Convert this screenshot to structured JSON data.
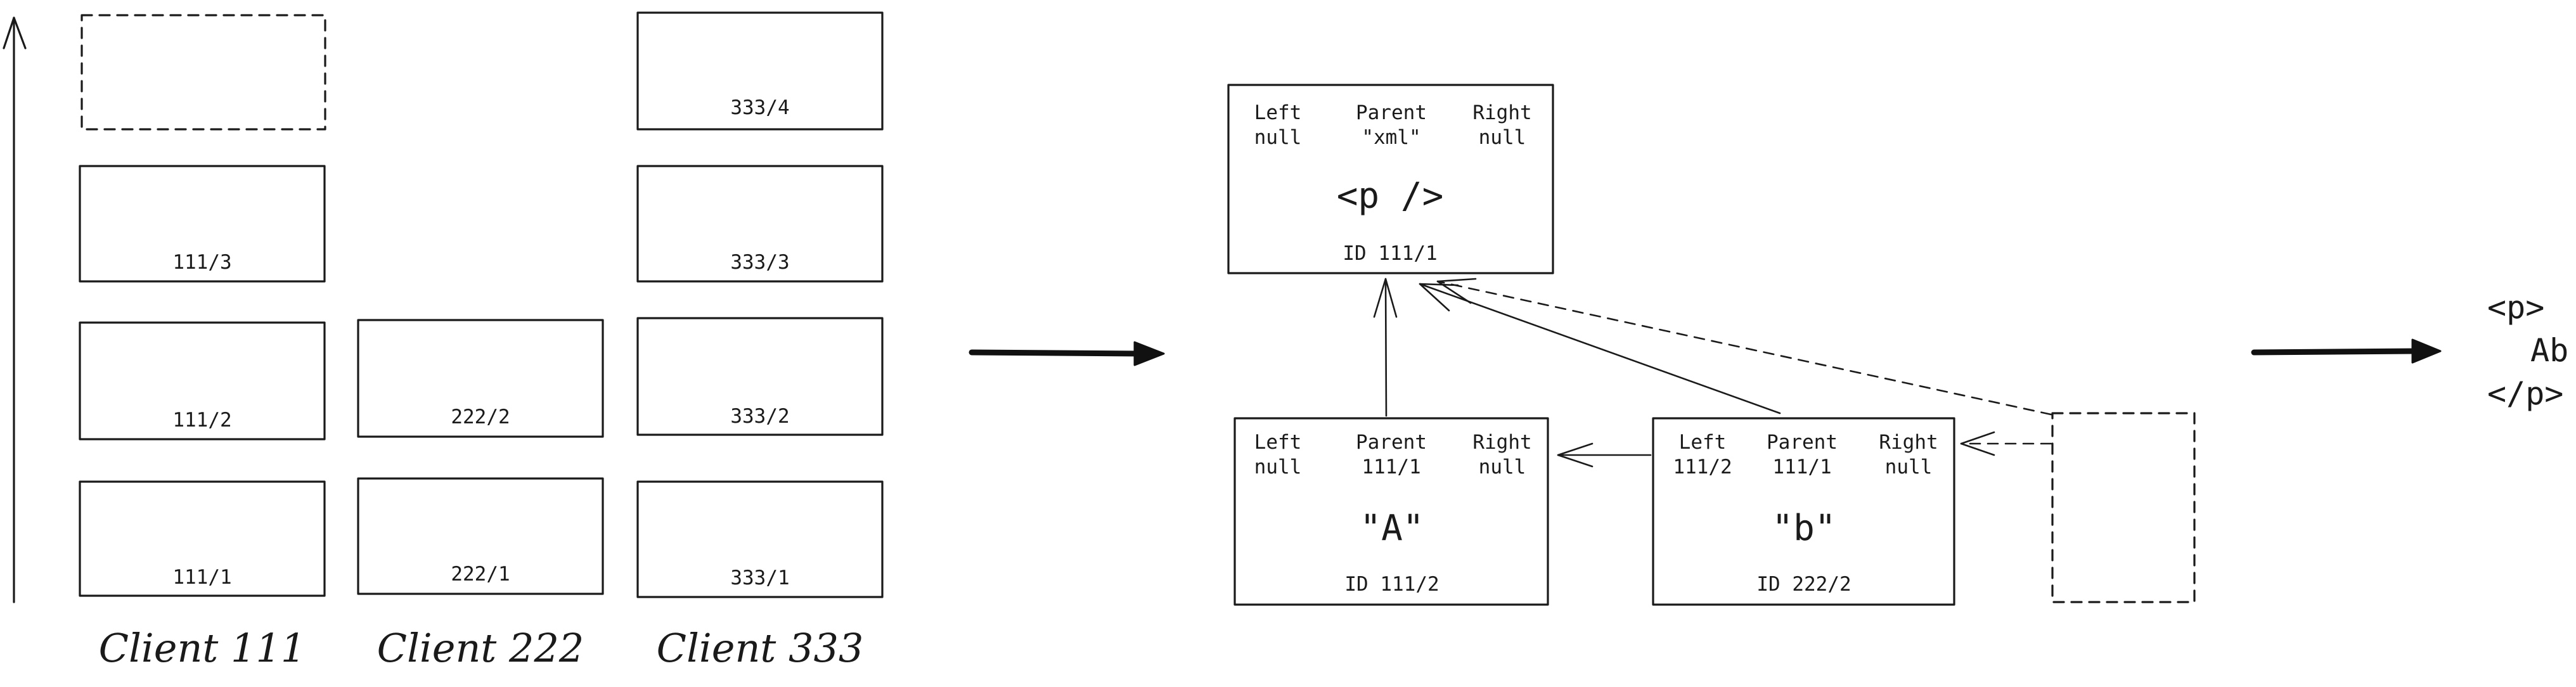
{
  "client_columns": [
    {
      "label": "Client 111",
      "blocks": [
        "111/1",
        "111/2",
        "111/3"
      ],
      "pending_slots": 1
    },
    {
      "label": "Client 222",
      "blocks": [
        "222/1",
        "222/2"
      ],
      "pending_slots": 0
    },
    {
      "label": "Client 333",
      "blocks": [
        "333/1",
        "333/2",
        "333/3",
        "333/4"
      ],
      "pending_slots": 0
    }
  ],
  "nodes": {
    "root": {
      "left_title": "Left",
      "left_value": "null",
      "parent_title": "Parent",
      "parent_value": "\"xml\"",
      "right_title": "Right",
      "right_value": "null",
      "content": "<p />",
      "id_label": "ID 111/1"
    },
    "a": {
      "left_title": "Left",
      "left_value": "null",
      "parent_title": "Parent",
      "parent_value": "111/1",
      "right_title": "Right",
      "right_value": "null",
      "content": "\"A\"",
      "id_label": "ID 111/2"
    },
    "b": {
      "left_title": "Left",
      "left_value": "111/2",
      "parent_title": "Parent",
      "parent_value": "111/1",
      "right_title": "Right",
      "right_value": "null",
      "content": "\"b\"",
      "id_label": "ID 222/2"
    }
  },
  "output": {
    "line1": "<p>",
    "line2": "Ab",
    "line3": "</p>"
  }
}
